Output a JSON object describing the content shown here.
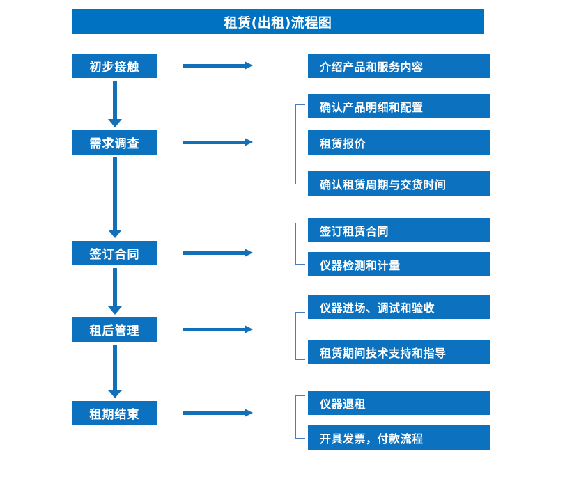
{
  "title": "租赁(出租)流程图",
  "colors": {
    "banner_blue": "#0072C2",
    "box_blue": "#0C72C0",
    "arrow_blue": "#1170B8",
    "bracket_blue": "#4A7EBB",
    "text_white": "#FFFFFF",
    "background": "#FFFFFF"
  },
  "stages": [
    {
      "label": "初步接触"
    },
    {
      "label": "需求调查"
    },
    {
      "label": "签订合同"
    },
    {
      "label": "租后管理"
    },
    {
      "label": "租期结束"
    }
  ],
  "details": [
    {
      "label": "介绍产品和服务内容"
    },
    {
      "label": "确认产品明细和配置"
    },
    {
      "label": "租赁报价"
    },
    {
      "label": "确认租赁周期与交货时间"
    },
    {
      "label": "签订租赁合同"
    },
    {
      "label": "仪器检测和计量"
    },
    {
      "label": "仪器进场、调试和验收"
    },
    {
      "label": "租赁期间技术支持和指导"
    },
    {
      "label": "仪器退租"
    },
    {
      "label": "开具发票，付款流程"
    }
  ],
  "flow": {
    "type": "flowchart",
    "orientation": "vertical-stages-with-horizontal-details",
    "groups": [
      {
        "stage": "初步接触",
        "details": [
          "介绍产品和服务内容"
        ],
        "bracketed": false
      },
      {
        "stage": "需求调查",
        "details": [
          "确认产品明细和配置",
          "租赁报价",
          "确认租赁周期与交货时间"
        ],
        "bracketed": true
      },
      {
        "stage": "签订合同",
        "details": [
          "签订租赁合同",
          "仪器检测和计量"
        ],
        "bracketed": true
      },
      {
        "stage": "租后管理",
        "details": [
          "仪器进场、调试和验收",
          "租赁期间技术支持和指导"
        ],
        "bracketed": true
      },
      {
        "stage": "租期结束",
        "details": [
          "仪器退租",
          "开具发票，付款流程"
        ],
        "bracketed": true
      }
    ],
    "stage_transitions": [
      "初步接触 → 需求调查",
      "需求调查 → 签订合同",
      "签订合同 → 租后管理",
      "租后管理 → 租期结束"
    ]
  }
}
